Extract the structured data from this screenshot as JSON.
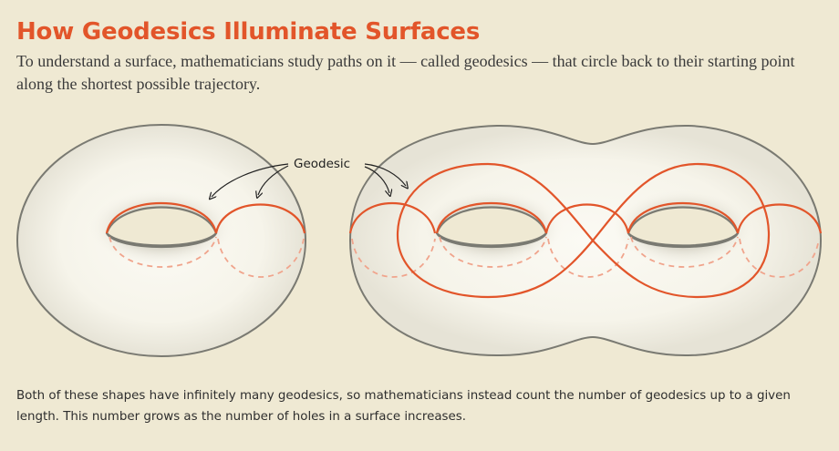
{
  "header": {
    "title": "How Geodesics Illuminate Surfaces",
    "subtitle": "To understand a surface, mathematicians study paths on it — called geodesics — that circle back to their starting point along the shortest possible trajectory."
  },
  "diagram": {
    "label": "Geodesic",
    "colors": {
      "background": "#efe9d3",
      "surface": "#f7f5ec",
      "outline": "#7a7a72",
      "geodesic": "#e2552a",
      "geodesic_hidden": "#f0a48c"
    }
  },
  "footer": {
    "note": "Both of these shapes have infinitely many geodesics, so mathematicians instead count the number of geodesics up to a given length. This number grows as the number of holes in a surface increases."
  }
}
